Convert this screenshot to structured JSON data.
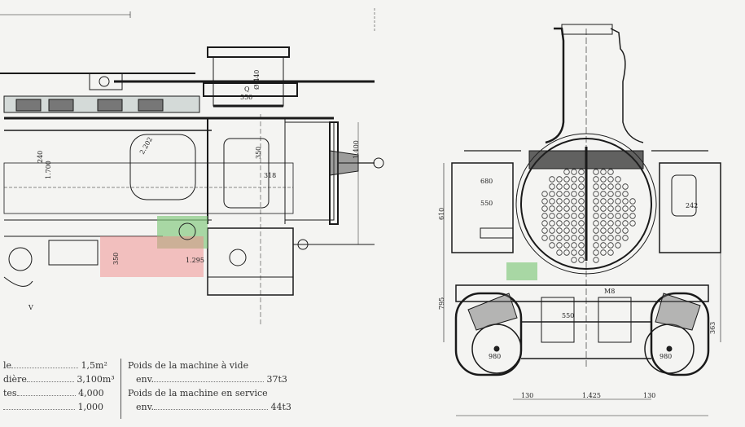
{
  "specs_left": [
    {
      "label": "le",
      "value": "1,5m²"
    },
    {
      "label": "dière",
      "value": "3,100m³"
    },
    {
      "label": "tes",
      "value": "4,000"
    },
    {
      "label": "",
      "value": "1,000"
    }
  ],
  "specs_right": [
    {
      "label": "Poids de la machine à vide",
      "sub": "env.",
      "value": "37t3"
    },
    {
      "label": "Poids de la machine en service",
      "sub": "env.",
      "value": "44t3"
    }
  ],
  "dimensions_left": [
    "1.700",
    "2.202",
    "1.400",
    "350",
    "318",
    "Q",
    "Ø 440",
    "350",
    "550",
    "1.295",
    "V",
    "240"
  ],
  "dimensions_right": [
    "610",
    "795",
    "680",
    "550",
    "242",
    "550",
    "363",
    "130",
    "1.425",
    "130",
    "980",
    "980",
    "M8"
  ],
  "highlight_colors": {
    "green": "#7fc77a",
    "red": "#f08a8a"
  }
}
